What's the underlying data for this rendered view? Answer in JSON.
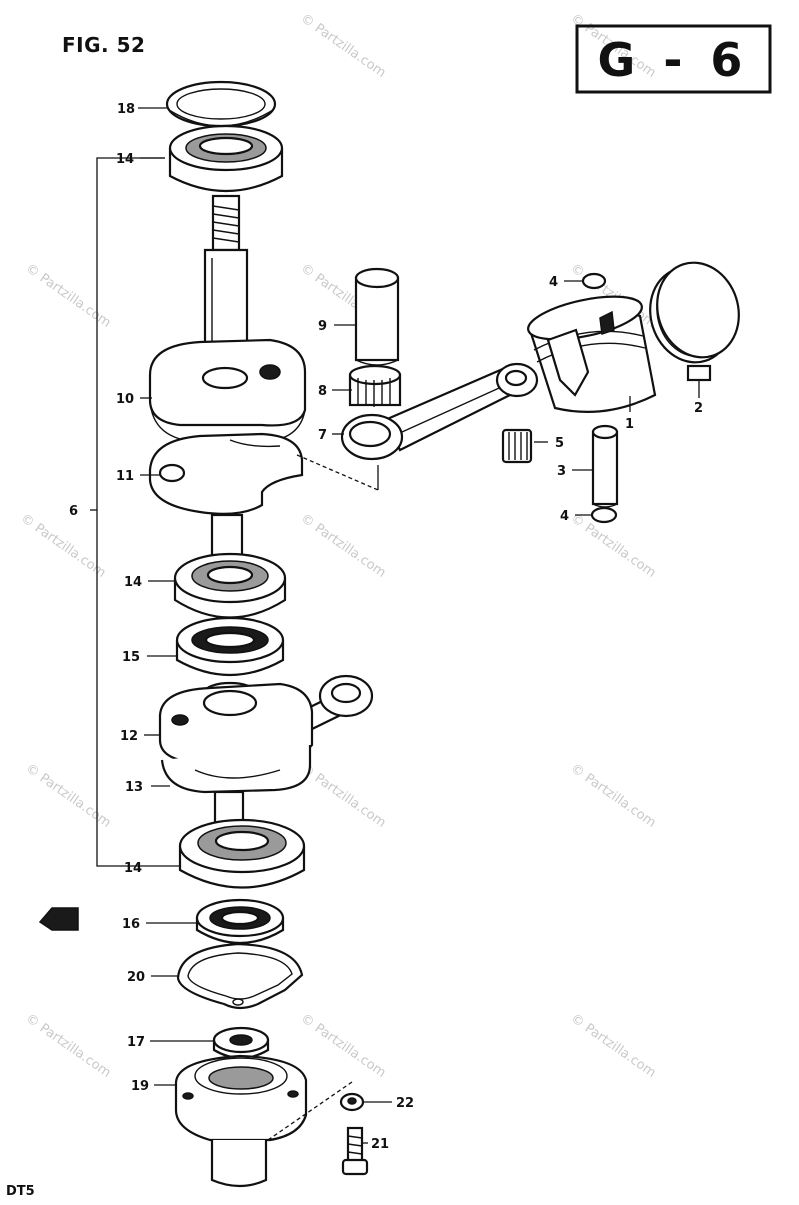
{
  "header": {
    "figure_label": "FIG. 52",
    "page_code": "G - 6"
  },
  "footer": {
    "model": "DT5"
  },
  "watermark": "© Partzilla.com",
  "callouts": {
    "c1": "1",
    "c2": "2",
    "c3": "3",
    "c4a": "4",
    "c4b": "4",
    "c5": "5",
    "c6": "6",
    "c7": "7",
    "c8": "8",
    "c9": "9",
    "c10": "10",
    "c11": "11",
    "c12": "12",
    "c13": "13",
    "c14a": "14",
    "c14b": "14",
    "c14c": "14",
    "c15": "15",
    "c16": "16",
    "c17": "17",
    "c18": "18",
    "c19": "19",
    "c20": "20",
    "c21": "21",
    "c22": "22"
  },
  "colors": {
    "ink": "#111111",
    "paper": "#ffffff",
    "watermark": "#c9c9c9"
  }
}
